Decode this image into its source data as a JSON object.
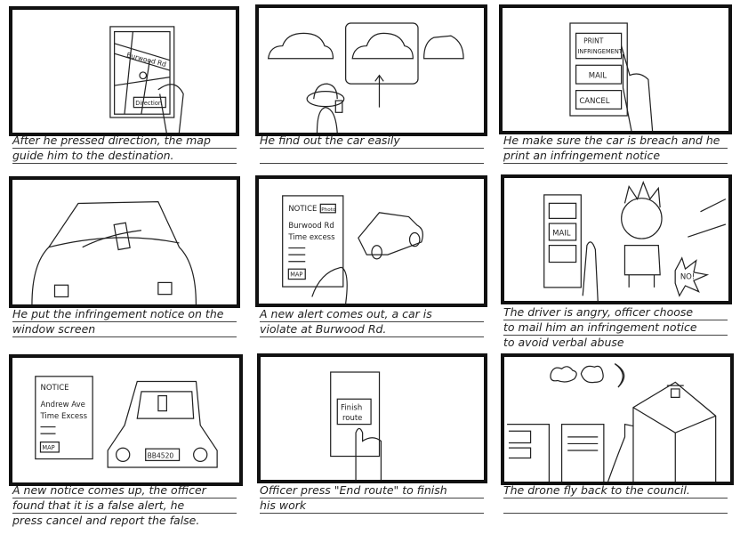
{
  "panels": [
    {
      "caption": [
        "After he pressed direction, the map",
        "guide him to the destination."
      ],
      "texts": {
        "street": "Burwood Rd",
        "button": "Direction"
      }
    },
    {
      "caption": [
        "He find out the car easily",
        ""
      ],
      "texts": {}
    },
    {
      "caption": [
        "He make sure the car is breach and he",
        "print an infringement notice"
      ],
      "texts": {
        "b1a": "PRINT",
        "b1b": "INFRINGEMENT",
        "b2": "MAIL",
        "b3": "CANCEL"
      }
    },
    {
      "caption": [
        "He put the infringement notice on the",
        "window screen"
      ],
      "texts": {}
    },
    {
      "caption": [
        "A new alert comes out, a car is",
        "violate at Burwood Rd."
      ],
      "texts": {
        "title": "NOTICE",
        "photo": "Photo",
        "street": "Burwood Rd",
        "reason": "Time excess",
        "map": "MAP"
      }
    },
    {
      "caption": [
        "The driver is angry, officer choose",
        "to mail him an infringement notice",
        "to avoid verbal abuse"
      ],
      "texts": {
        "mail": "MAIL",
        "shout": "NO!"
      }
    },
    {
      "caption": [
        "A new notice comes up, the officer",
        "found that it is a false alert, he",
        "press cancel and report the false."
      ],
      "texts": {
        "title": "NOTICE",
        "street": "Andrew Ave",
        "reason": "Time Excess",
        "map": "MAP",
        "plate": "BB4520"
      }
    },
    {
      "caption": [
        "Officer press \"End route\" to finish",
        "his work"
      ],
      "texts": {
        "b1": "Finish",
        "b2": "route"
      }
    },
    {
      "caption": [
        "The drone fly back to the council.",
        ""
      ],
      "texts": {}
    }
  ]
}
